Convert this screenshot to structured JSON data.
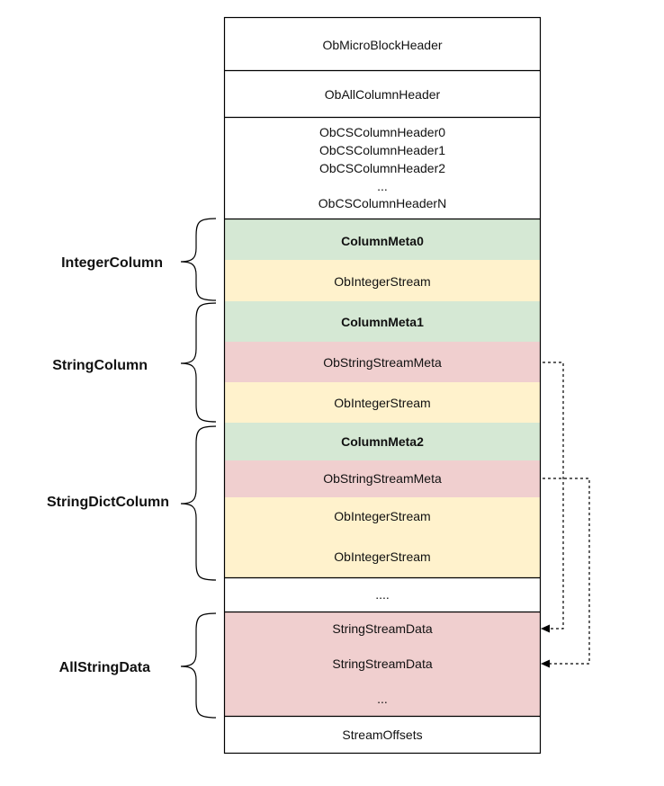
{
  "blocks": {
    "micro_block_header": "ObMicroBlockHeader",
    "all_column_header": "ObAllColumnHeader",
    "cs_column_headers": [
      "ObCSColumnHeader0",
      "ObCSColumnHeader1",
      "ObCSColumnHeader2",
      "...",
      "ObCSColumnHeaderN"
    ],
    "column_meta0": "ColumnMeta0",
    "integer_stream_1": "ObIntegerStream",
    "column_meta1": "ColumnMeta1",
    "string_stream_meta_1": "ObStringStreamMeta",
    "integer_stream_2": "ObIntegerStream",
    "column_meta2": "ColumnMeta2",
    "string_stream_meta_2": "ObStringStreamMeta",
    "integer_stream_3": "ObIntegerStream",
    "integer_stream_4": "ObIntegerStream",
    "ellipsis_mid": "....",
    "string_stream_data_1": "StringStreamData",
    "string_stream_data_2": "StringStreamData",
    "ellipsis_data": "...",
    "stream_offsets": "StreamOffsets"
  },
  "groups": {
    "integer_column": "IntegerColumn",
    "string_column": "StringColumn",
    "string_dict_column": "StringDictColumn",
    "all_string_data": "AllStringData"
  },
  "colors": {
    "green": "#d5e8d4",
    "yellow": "#fff2cc",
    "red": "#f0cfcf",
    "border": "#000000"
  }
}
